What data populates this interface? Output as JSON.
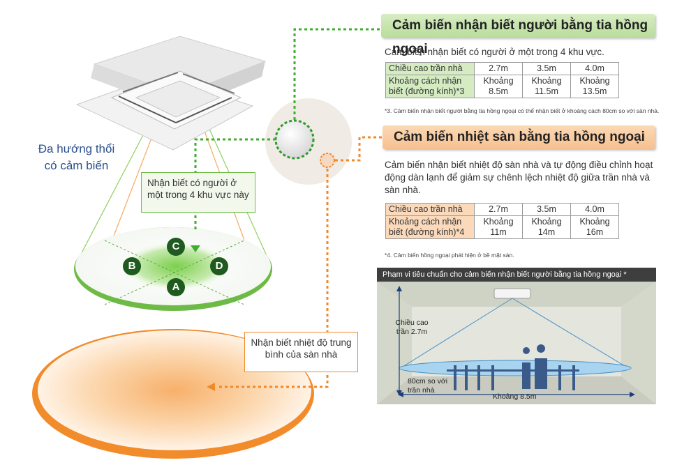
{
  "left": {
    "unit_label_line1": "Đa hướng thổi",
    "unit_label_line2": "có cảm biến",
    "presence_callout": "Nhận biết có người ở một trong 4 khu vực này",
    "floor_callout": "Nhận biết nhiệt độ trung bình của sàn nhà",
    "zones": [
      "A",
      "B",
      "C",
      "D"
    ]
  },
  "presence_sensor": {
    "title": "Cảm biến nhận biết người bằng tia hồng ngoại",
    "description": "Cảm biến nhận biết có người ở một trong 4 khu vực.",
    "table": {
      "row1_header": "Chiều cao trần nhà",
      "row1_values": [
        "2.7m",
        "3.5m",
        "4.0m"
      ],
      "row2_header": "Khoảng cách nhận biết (đường kính)*3",
      "row2_values": [
        "Khoảng 8.5m",
        "Khoảng 11.5m",
        "Khoảng 13.5m"
      ]
    },
    "footnote": "*3. Cảm biến nhận biết người bằng tia hồng ngoại có thể nhận biết ở khoảng cách 80cm so với sàn nhà."
  },
  "floor_sensor": {
    "title": "Cảm biến nhiệt sàn bằng tia hồng ngoại",
    "description": "Cảm biến nhận biết nhiệt độ sàn nhà và tự động điều chỉnh hoạt động dàn lạnh để giảm sự chênh lệch nhiệt độ giữa trần nhà và sàn nhà.",
    "table": {
      "row1_header": "Chiều cao trần nhà",
      "row1_values": [
        "2.7m",
        "3.5m",
        "4.0m"
      ],
      "row2_header": "Khoảng cách nhận biết (đường kính)*4",
      "row2_values": [
        "Khoảng 11m",
        "Khoảng 14m",
        "Khoảng 16m"
      ]
    },
    "footnote": "*4. Cảm biến hồng ngoại phát hiện ở bề mặt sàn."
  },
  "room": {
    "title": "Phạm vi tiêu chuẩn cho cảm biến nhận biết người bằng tia hồng ngoại *",
    "ceiling_label": "Chiều cao trần 2.7m",
    "offset_label": "80cm so với trần nhà",
    "distance_label": "Khoảng 8.5m"
  },
  "colors": {
    "green": "#6dbb46",
    "orange": "#ef8a2b",
    "label_blue": "#2b4f8c"
  }
}
